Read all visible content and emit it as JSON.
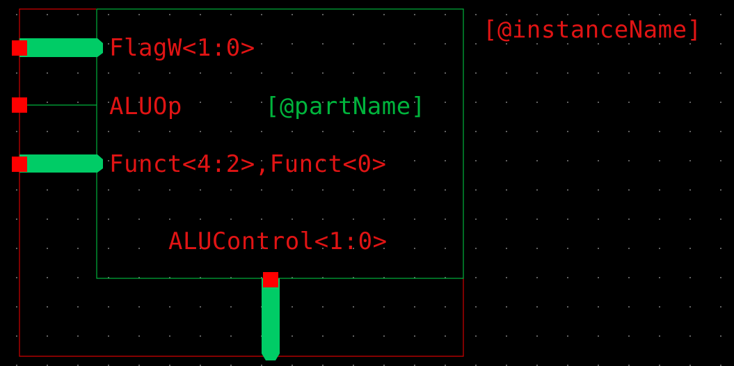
{
  "colors": {
    "background": "#000000",
    "grid_dot": "#7a7a7a",
    "boundary": "#d20000",
    "symbol_body": "#00b43c",
    "wire": "#00cc66",
    "pin": "#ff0000",
    "label_red": "#e11414",
    "label_green": "#00b43c"
  },
  "pins": [
    {
      "name": "FlagW<1:0>",
      "kind": "bus"
    },
    {
      "name": "ALUOp",
      "kind": "wire"
    },
    {
      "name": "Funct<4:2>,Funct<0>",
      "kind": "bus"
    },
    {
      "name": "ALUControl<1:0>",
      "kind": "bus"
    }
  ],
  "labels": {
    "part_name": "[@partName]",
    "instance_name": "[@instanceName]"
  }
}
